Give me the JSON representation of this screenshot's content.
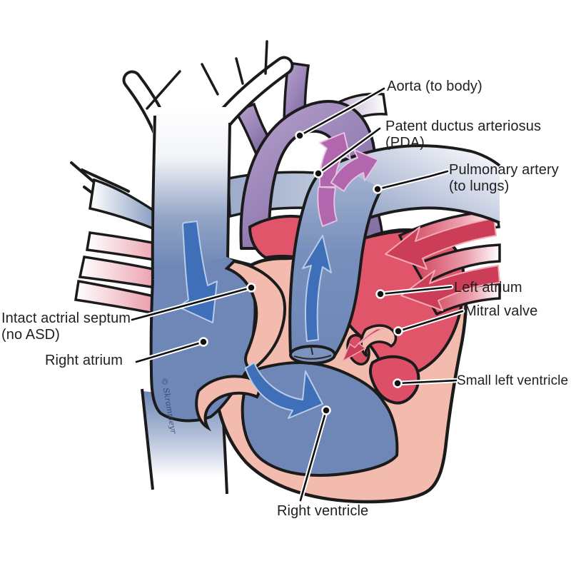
{
  "diagram": {
    "labels": {
      "aorta": {
        "line1": "Aorta (to body)"
      },
      "pda": {
        "line1": "Patent ductus arteriosus",
        "line2": "(PDA)"
      },
      "pulmonary_artery": {
        "line1": "Pulmonary artery",
        "line2": "(to lungs)"
      },
      "left_atrium": {
        "line1": "Left atrium"
      },
      "mitral_valve": {
        "line1": "Mitral valve"
      },
      "small_left_ventricle": {
        "line1": "Small left ventricle"
      },
      "atrial_septum": {
        "line1": "Intact actrial septum",
        "line2": "(no ASD)"
      },
      "right_atrium": {
        "line1": "Right atrium"
      },
      "right_ventricle": {
        "line1": "Right ventricle"
      }
    },
    "signature": "© Skrammeyr",
    "colors": {
      "deoxygenated_blue": "#6e87b7",
      "oxygenated_red": "#e0556a",
      "myocardium_pink": "#f2bbae",
      "aorta_purple": "#9a84b8",
      "arrow_blue": "#3f6fb8",
      "arrow_red": "#cc3e57",
      "arrow_purple": "#b266ae",
      "outline_black": "#1b1b1b",
      "label_text": "#221e1f"
    }
  }
}
